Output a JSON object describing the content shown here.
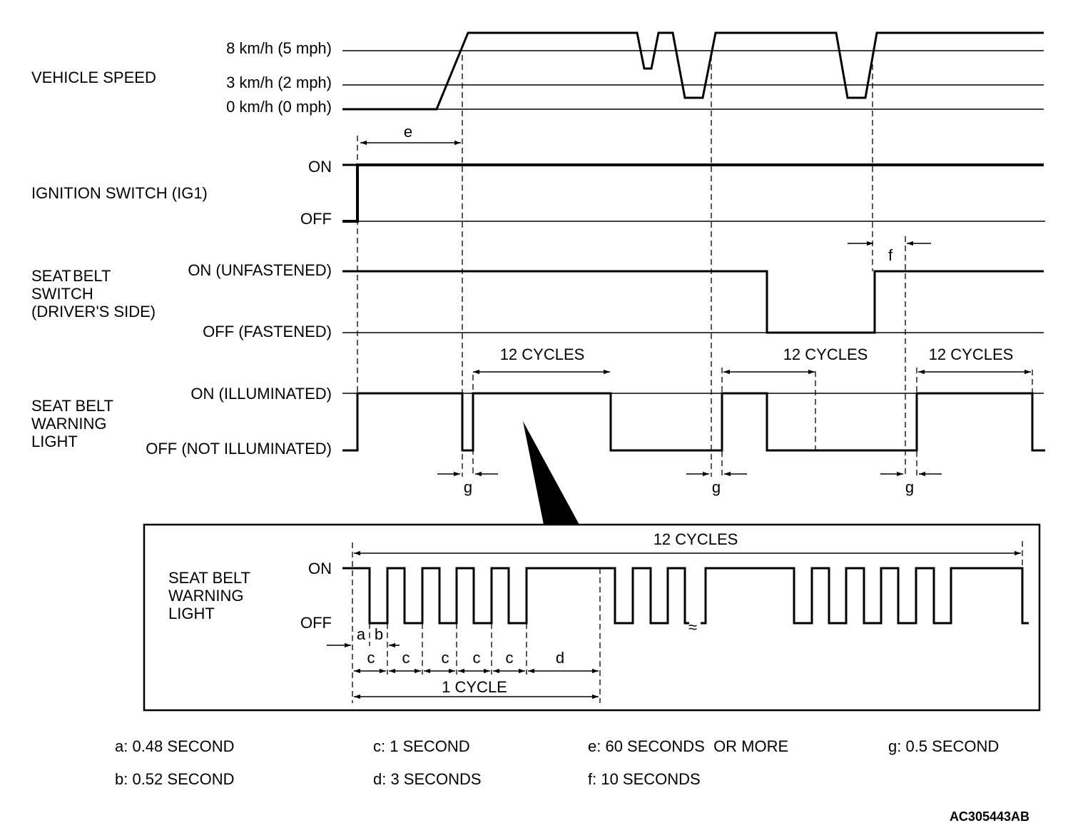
{
  "rows": {
    "vehicle_speed": {
      "label": "VEHICLE SPEED",
      "levels": [
        "8 km/h (5 mph)",
        "3 km/h (2 mph)",
        "0 km/h (0 mph)"
      ]
    },
    "ignition": {
      "label": "IGNITION SWITCH (IG1)",
      "levels": [
        "ON",
        "OFF"
      ]
    },
    "seat_belt_switch": {
      "label_lines": [
        "SEAT",
        "BELT",
        "SWITCH",
        "(DRIVER'S SIDE)"
      ],
      "levels": [
        "ON (UNFASTENED)",
        "OFF (FASTENED)"
      ]
    },
    "warning_light": {
      "label_lines": [
        "SEAT BELT",
        "WARNING",
        "LIGHT"
      ],
      "levels": [
        "ON (ILLUMINATED)",
        "OFF (NOT ILLUMINATED)"
      ]
    }
  },
  "annotations": {
    "e": "e",
    "f": "f",
    "g": "g",
    "cycles": "12 CYCLES"
  },
  "detail": {
    "label_lines": [
      "SEAT BELT",
      "WARNING",
      "LIGHT"
    ],
    "on": "ON",
    "off": "OFF",
    "cycles": "12 CYCLES",
    "one_cycle": "1 CYCLE",
    "a": "a",
    "b": "b",
    "c": "c",
    "d": "d",
    "break_mark": "≈"
  },
  "legend": [
    [
      "a: 0.48 SECOND",
      "b: 0.52 SECOND"
    ],
    [
      "c: 1 SECOND",
      "d: 3 SECONDS"
    ],
    [
      "e: 60 SECONDS  OR MORE",
      "f: 10 SECONDS"
    ],
    [
      "g: 0.5 SECOND"
    ]
  ],
  "figure_code": "AC305443AB"
}
